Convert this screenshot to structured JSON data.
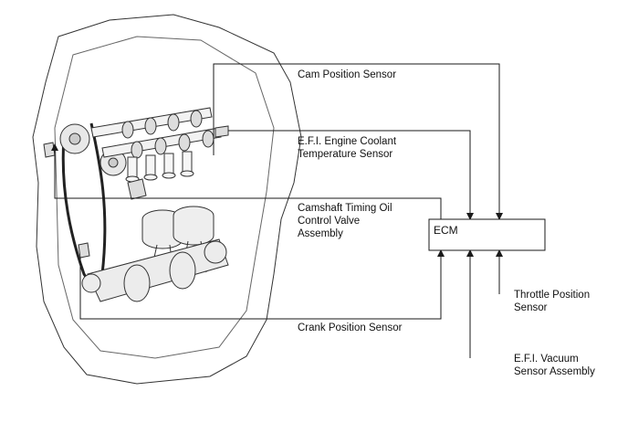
{
  "diagram": {
    "engine": {
      "name": "engine-illustration"
    },
    "ecm": {
      "label": "ECM"
    },
    "sensors": {
      "cam_position": {
        "label": "Cam Position Sensor"
      },
      "coolant_temp": {
        "line1": "E.F.I. Engine Coolant",
        "line2": "Temperature Sensor"
      },
      "ocv": {
        "line1": "Camshaft Timing Oil",
        "line2": "Control Valve",
        "line3": "Assembly"
      },
      "crank_position": {
        "label": "Crank Position Sensor"
      },
      "throttle_position": {
        "line1": "Throttle Position",
        "line2": "Sensor"
      },
      "vacuum_sensor": {
        "line1": "E.F.I. Vacuum",
        "line2": "Sensor Assembly"
      }
    },
    "colors": {
      "line": "#1a1a1a",
      "engine_stroke": "#333333",
      "engine_fill": "#f2f2f2"
    }
  }
}
